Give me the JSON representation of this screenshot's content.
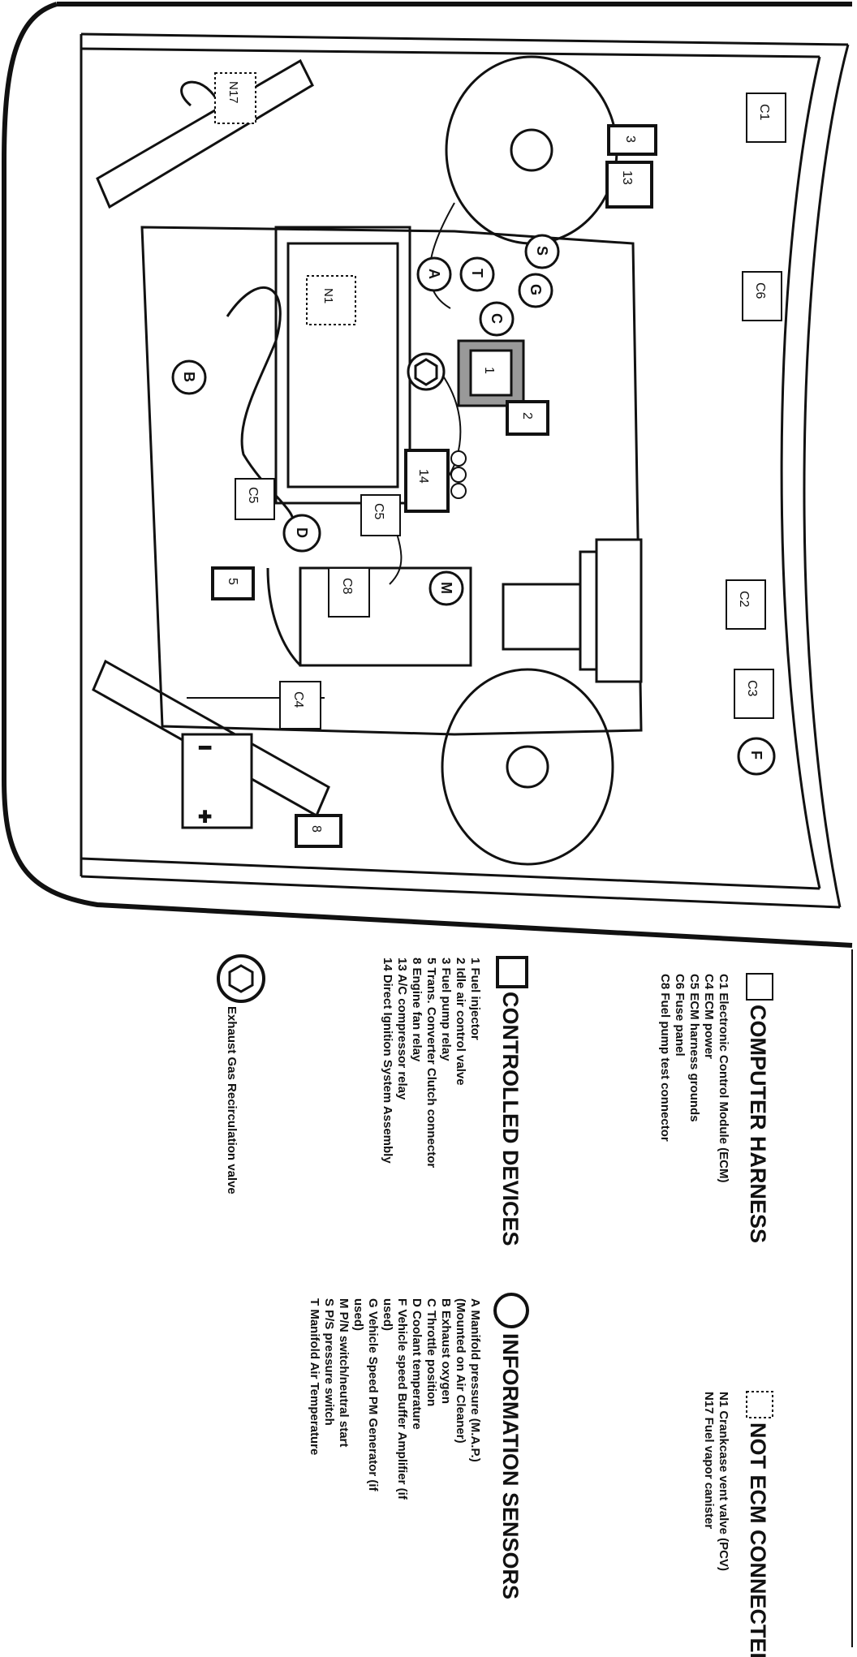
{
  "diagram": {
    "markers": {
      "C1": "C1",
      "C6": "C6",
      "C2": "C2",
      "C3": "C3",
      "C4": "C4",
      "C5a": "C5",
      "C5b": "C5",
      "C8": "C8",
      "N17": "N17",
      "N1": "N1",
      "d3": "3",
      "d13": "13",
      "d1": "1",
      "d2": "2",
      "d14": "14",
      "d5": "5",
      "d8": "8",
      "S": "S",
      "G": "G",
      "A": "A",
      "T": "T",
      "C": "C",
      "B": "B",
      "D": "D",
      "M": "M",
      "F": "F"
    }
  },
  "legend": {
    "computer_harness": {
      "title": "COMPUTER HARNESS",
      "items": [
        "C1  Electronic Control Module (ECM)",
        "C4  ECM power",
        "C5  ECM harness grounds",
        "C6  Fuse panel",
        "C8  Fuel pump test connector"
      ]
    },
    "not_ecm": {
      "title": "NOT ECM CONNECTED",
      "items": [
        "N1   Crankcase vent valve (PCV)",
        "N17 Fuel vapor canister"
      ]
    },
    "controlled_devices": {
      "title": "CONTROLLED DEVICES",
      "items": [
        "1   Fuel injector",
        "2   Idle air control valve",
        "3   Fuel pump relay",
        "5   Trans. Converter Clutch connector",
        "8   Engine fan relay",
        "13 A/C compressor relay",
        "14 Direct Ignition System Assembly"
      ]
    },
    "egr": "Exhaust Gas Recirculation valve",
    "information_sensors": {
      "title": "INFORMATION SENSORS",
      "items": [
        "A   Manifold pressure (M.A.P.)",
        "      (Mounted on Air Cleaner)",
        "B   Exhaust oxygen",
        "C   Throttle position",
        "D   Coolant temperature",
        "F   Vehicle speed Buffer Amplifier (if",
        "        used)",
        "G   Vehicle Speed PM Generator (if",
        "        used)",
        "M   P/N switch/neutral start",
        "S   P/S pressure switch",
        "T   Manifold Air Temperature"
      ]
    }
  }
}
